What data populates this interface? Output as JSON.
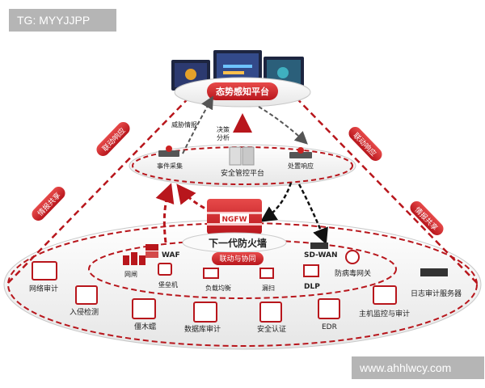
{
  "watermarks": {
    "top_left": "TG: MYYJJPP",
    "bottom_right": "www.ahhlwcy.com"
  },
  "diagram": {
    "top_platform": "态势感知平台",
    "mid_platform": "安全管控平台",
    "event_collect": "事件采集",
    "response": "处置响应",
    "threat_intel": "威胁情报",
    "decision_line1": "决策",
    "decision_line2": "分析",
    "core": "下一代防火墙",
    "ngfw_badge": "NGFW",
    "linkage": "联动与协同",
    "side_left_upper": "联动响应",
    "side_left_lower": "情报共享",
    "side_right_upper": "联动响应",
    "side_right_lower": "情报共享",
    "inner_nodes": {
      "gateway": "网闸",
      "waf": "WAF",
      "bastion": "堡垒机",
      "load_balance": "负载均衡",
      "scan": "漏扫",
      "dlp": "DLP",
      "sdwan": "SD-WAN",
      "antivirus": "防病毒网关"
    },
    "outer_nodes": {
      "net_audit": "网络审计",
      "intrusion": "入侵检测",
      "zombie": "僵木蠕",
      "db_audit": "数据库审计",
      "auth": "安全认证",
      "edr": "EDR",
      "host_monitor": "主机监控与审计",
      "log_server": "日志审计服务器"
    }
  }
}
